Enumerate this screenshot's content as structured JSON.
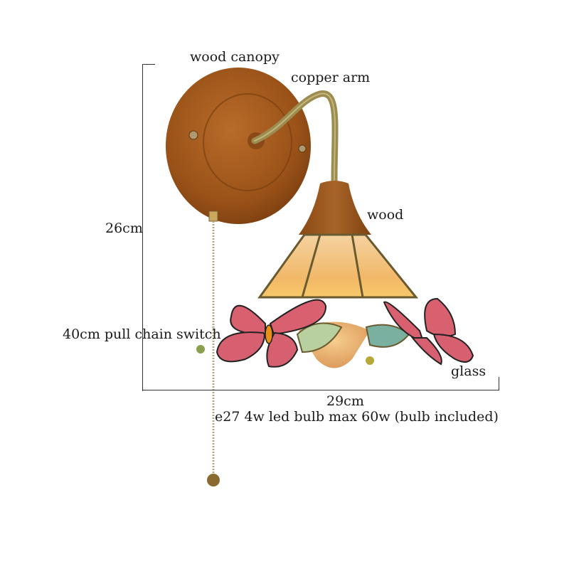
{
  "labels": {
    "wood_canopy": "wood canopy",
    "copper_arm": "copper arm",
    "wood": "wood",
    "height": "26cm",
    "pull_chain": "40cm pull chain switch",
    "glass": "glass",
    "width": "29cm",
    "bulb": "e27 4w led bulb max 60w (bulb included)"
  },
  "colors": {
    "background": "#ffffff",
    "wood": "#9a5218",
    "wood_light": "#b8702a",
    "brass": "#9c8c50",
    "shade_amber": "#f0b870",
    "butterfly_pink": "#d9606e",
    "dimension_line": "#333333"
  }
}
